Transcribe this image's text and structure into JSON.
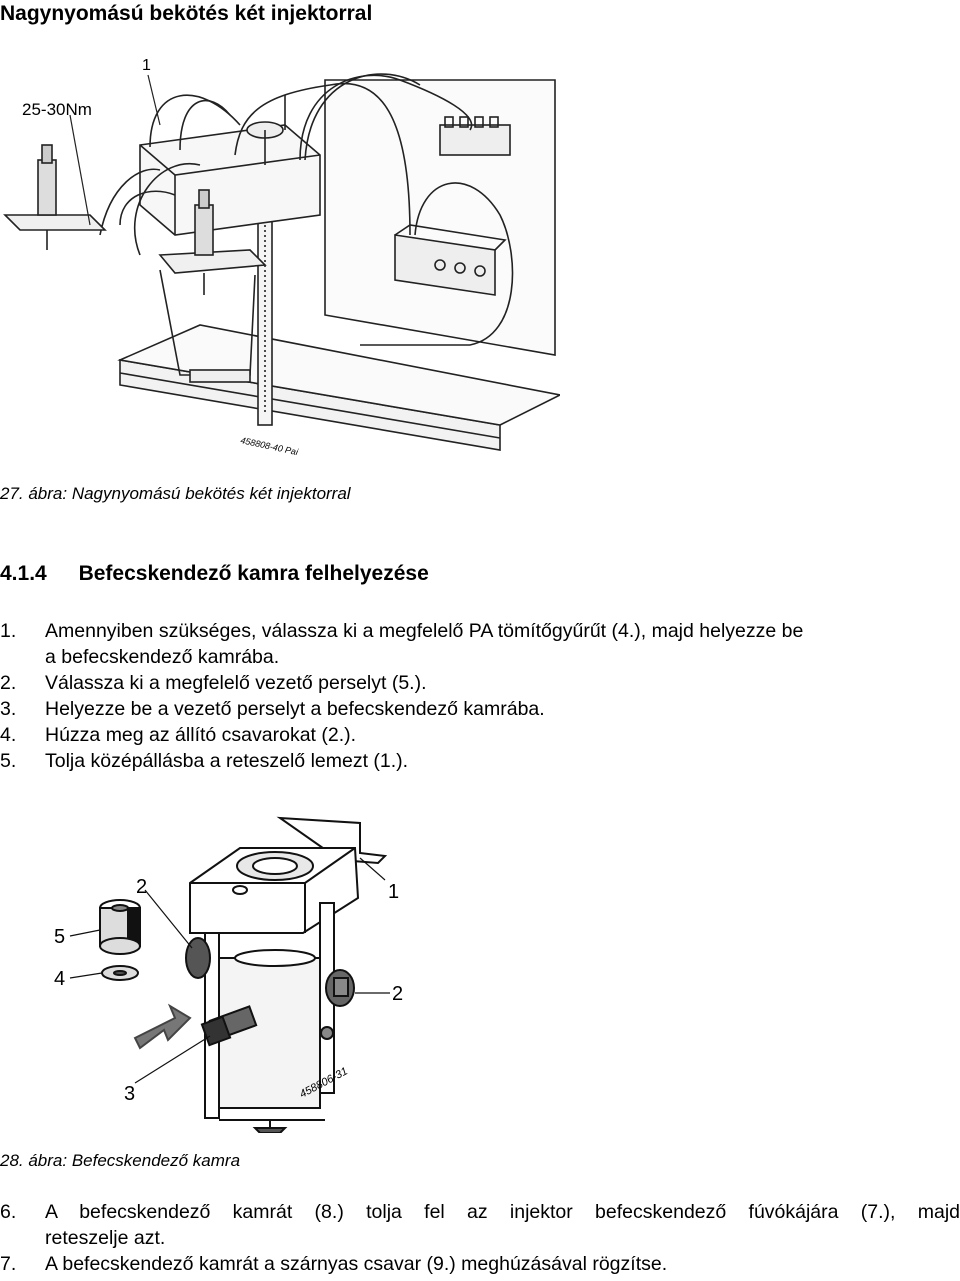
{
  "page_title": "Nagynyomású bekötés két injektorral",
  "figure27": {
    "callouts": {
      "torque": "25-30Nm",
      "n1": "1"
    },
    "code": "458808-40 Pai",
    "caption": "27. ábra: Nagynyomású bekötés két injektorral"
  },
  "section": {
    "number": "4.1.4",
    "title": "Befecskendező kamra felhelyezése"
  },
  "steps_a": [
    {
      "num": "1.",
      "line1": "Amennyiben szükséges, válassza ki a megfelelő PA tömítőgyűrűt (4.), majd helyezze be",
      "line2": "a befecskendező kamrába."
    },
    {
      "num": "2.",
      "line1": "Válassza ki a megfelelő vezető perselyt (5.)."
    },
    {
      "num": "3.",
      "line1": "Helyezze be a vezető perselyt a befecskendező kamrába."
    },
    {
      "num": "4.",
      "line1": "Húzza meg az állító csavarokat (2.)."
    },
    {
      "num": "5.",
      "line1": "Tolja középállásba a reteszelő lemezt (1.)."
    }
  ],
  "figure28": {
    "callouts": {
      "n1": "1",
      "n2a": "2",
      "n2b": "2",
      "n3": "3",
      "n4": "4",
      "n5": "5"
    },
    "code": "458806-31",
    "caption": "28. ábra: Befecskendező kamra"
  },
  "steps_b": [
    {
      "num": "6.",
      "line1": "A befecskendező kamrát (8.) tolja fel az injektor befecskendező fúvókájára (7.), majd",
      "line2": "reteszelje azt."
    },
    {
      "num": "7.",
      "line1": "A befecskendező kamrát a szárnyas csavar (9.) meghúzásával rögzítse."
    }
  ]
}
